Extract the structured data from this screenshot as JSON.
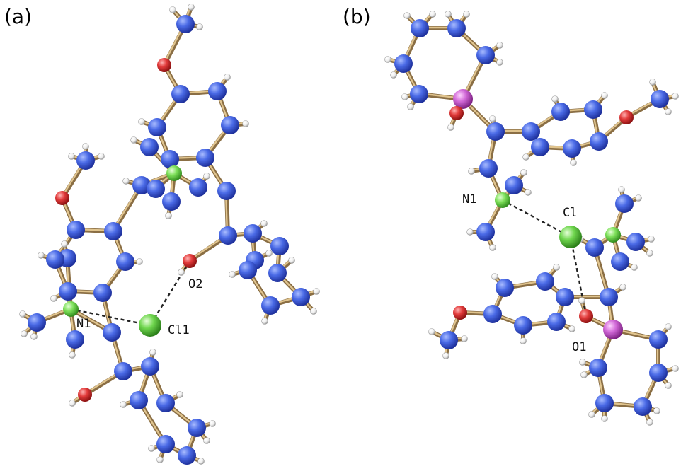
{
  "panels": [
    {
      "letter": "(a)",
      "labels": {
        "n1": "N1",
        "o2": "O2",
        "cl1": "Cl1"
      }
    },
    {
      "letter": "(b)",
      "labels": {
        "n1": "N1",
        "cl": "Cl",
        "o1": "O1"
      }
    }
  ],
  "colors": {
    "carbon": "#3f5fe0",
    "oxygen": "#e23b3b",
    "nitrogen": "#7ee05a",
    "chloride": "#6fd64e",
    "silicon": "#d067d6",
    "hydrogen": "#f2f2f2",
    "bond": "#8a6e44"
  }
}
